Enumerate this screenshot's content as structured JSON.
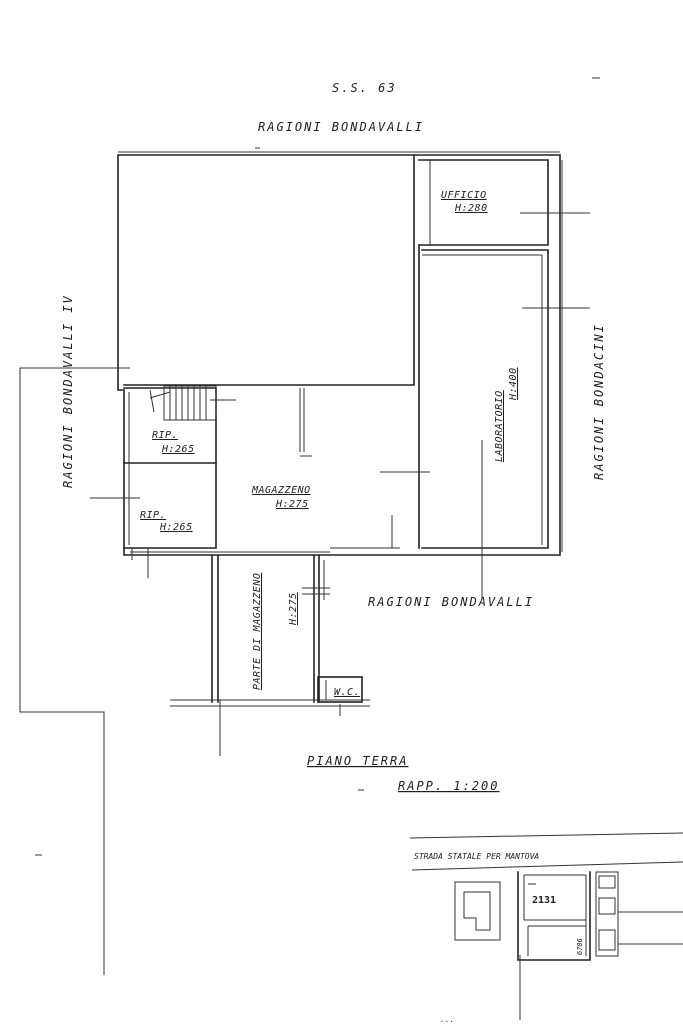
{
  "header": {
    "road_code": "S.S. 63",
    "north_owner": "RAGIONI BONDAVALLI"
  },
  "sides": {
    "west_owner": "RAGIONI BONDAVALLI IV",
    "east_owner": "RAGIONI BONDACINI",
    "south_owner": "RAGIONI BONDAVALLI"
  },
  "rooms": [
    {
      "id": "ufficio",
      "name": "UFFICIO",
      "height": "H:280"
    },
    {
      "id": "laboratorio",
      "name": "LABORATORIO",
      "height": "H:400"
    },
    {
      "id": "rip1",
      "name": "RIP.",
      "height": "H:265"
    },
    {
      "id": "rip2",
      "name": "RIP.",
      "height": "H:265"
    },
    {
      "id": "magazzeno",
      "name": "MAGAZZENO",
      "height": "H:275"
    },
    {
      "id": "parte_magazzeno",
      "name": "PARTE DI MAGAZZENO",
      "height": "H:275"
    },
    {
      "id": "wc",
      "name": "W.C."
    }
  ],
  "title": {
    "floor": "PIANO TERRA",
    "scale": "RAPP. 1:200"
  },
  "site_map": {
    "road": "STRADA STATALE PER MANTOVA",
    "parcel_a": "2131",
    "parcel_b": "6706",
    "bottom_text": "..."
  }
}
